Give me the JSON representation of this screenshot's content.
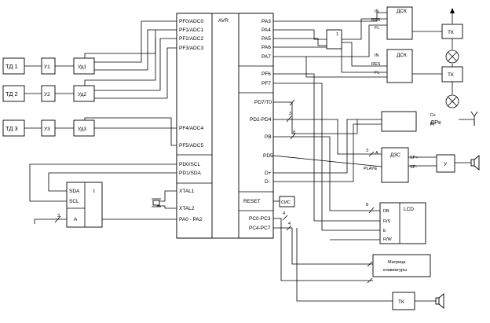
{
  "mcu": {
    "name": "AVR",
    "left_pins": [
      "PF0/ADC0",
      "PF1/ADC1",
      "PF2/ADC2",
      "PF3/ADC3",
      "PF4/ADC4",
      "PF5/ADC5",
      "PD0/SCL",
      "PD1/SDA",
      "XTAL1",
      "XTAL2",
      "PA0 - PA2"
    ],
    "right_pins": [
      "PA3",
      "PA4",
      "PA5",
      "PA6",
      "PA7",
      "PF6",
      "PF7",
      "PD7/T0",
      "PD2-PD4",
      "PB",
      "PD5",
      "D+",
      "D-",
      "RESET",
      "PC0-PC3",
      "PC4-PC7"
    ]
  },
  "sensors": {
    "td": [
      "ТД 1",
      "ТД 2",
      "ТД 3"
    ],
    "u": [
      "У1",
      "У2",
      "У3"
    ],
    "ud": [
      "Уд1",
      "Уд2",
      "Уд3"
    ]
  },
  "dsk": {
    "label": "ДСК",
    "inputs": [
      "IN",
      "RES",
      "FL"
    ]
  },
  "tk_label": "ТК",
  "gate_label": "1",
  "rtc": {
    "pins": [
      "SDA",
      "SCL",
      "A"
    ],
    "label": "t"
  },
  "bus_widths": {
    "three": "3",
    "four": "4",
    "eight": "8"
  },
  "reset_block": "СИС",
  "dpk": {
    "label": "ДРк",
    "pins": [
      "D+",
      "D-"
    ]
  },
  "dzs": {
    "label": "ДЗС",
    "pin_a": "A",
    "pin_play": "PLAYE",
    "out": [
      "SP+",
      "SP-"
    ]
  },
  "amp_label": "У",
  "lcd": {
    "label": "LCD",
    "pins": [
      "DB",
      "R/S",
      "E",
      "R/W"
    ]
  },
  "keypad": {
    "line1": "Матрица",
    "line2": "клавиатуры"
  },
  "colors": {
    "stroke": "#000000",
    "background": "#ffffff"
  }
}
